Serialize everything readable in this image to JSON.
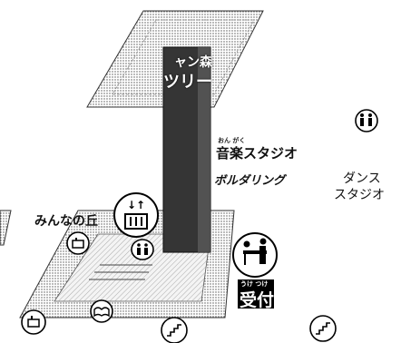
{
  "map": {
    "tower": {
      "label_top": "ャン森",
      "label_main": "ツリー"
    },
    "labels": {
      "music_studio": "音楽スタジオ",
      "music_studio_ruby": "おん がく",
      "dance_studio_line1": "ダンス",
      "dance_studio_line2": "スタジオ",
      "bouldering": "ボルダリング",
      "minna_no_oka": "みんなの丘",
      "reception": "受付",
      "reception_ruby": "うけ つけ"
    },
    "icons": [
      "elevator-icon",
      "restroom-icon",
      "reception-desk-icon",
      "reading-room-icon",
      "kids-toilet-icon",
      "stairs-icon"
    ]
  }
}
